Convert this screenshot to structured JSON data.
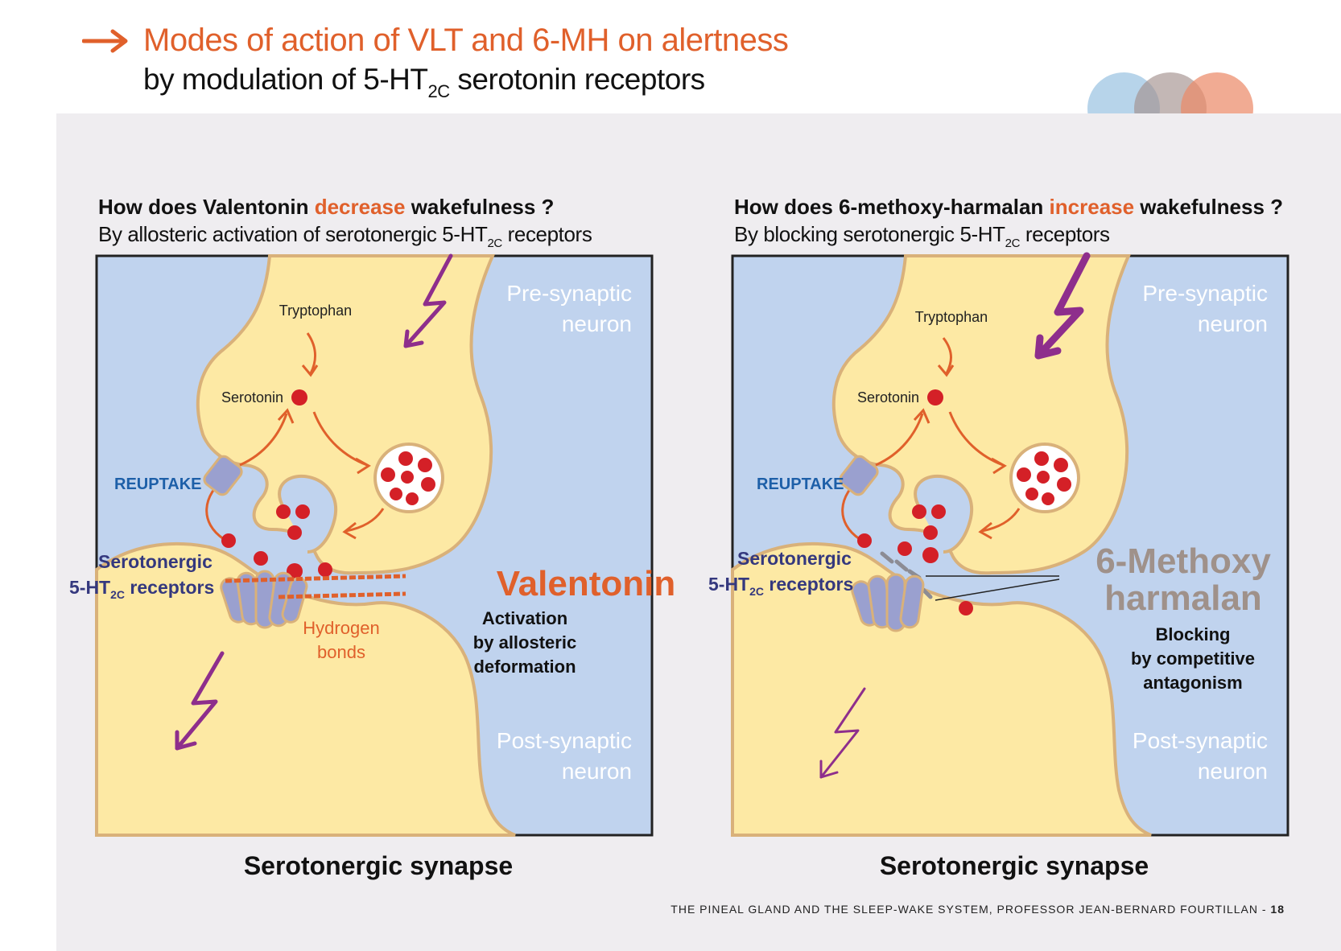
{
  "header": {
    "title_line1": "Modes of action of VLT and 6-MH on alertness",
    "title_line2_prefix": "by modulation of 5-HT",
    "title_line2_sub": "2C",
    "title_line2_suffix": " serotonin receptors"
  },
  "colors": {
    "accent_orange": "#e0602b",
    "membrane_blue": "#c0d3ee",
    "neuron_yellow": "#fde9a4",
    "receptor_purple": "#9aa0cf",
    "serotonin_red": "#d42027",
    "lightning_purple": "#8e2e8c",
    "label_blue": "#1d5fa8",
    "label_indigo": "#34387e",
    "taupe": "#9f918a"
  },
  "left": {
    "question_prefix": "How does Valentonin ",
    "question_highlight": "decrease",
    "question_suffix": " wakefulness ?",
    "sub_prefix": "By allosteric activation of serotonergic 5-HT",
    "sub_sub": "2C",
    "sub_suffix": " receptors",
    "pre_synaptic_line1": "Pre-synaptic",
    "pre_synaptic_line2": "neuron",
    "post_synaptic_line1": "Post-synaptic",
    "post_synaptic_line2": "neuron",
    "tryptophan": "Tryptophan",
    "serotonin": "Serotonin",
    "reuptake": "REUPTAKE",
    "receptors_line1": "Serotonergic",
    "receptors_line2_prefix": "5-HT",
    "receptors_line2_sub": "2C",
    "receptors_line2_suffix": " receptors",
    "drug_name": "Valentonin",
    "hydrogen_line1": "Hydrogen",
    "hydrogen_line2": "bonds",
    "mechanism_line1": "Activation",
    "mechanism_line2": "by allosteric",
    "mechanism_line3": "deformation",
    "caption": "Serotonergic synapse"
  },
  "right": {
    "question_prefix": "How does 6-methoxy-harmalan ",
    "question_highlight": "increase",
    "question_suffix": " wakefulness ?",
    "sub_prefix": "By blocking serotonergic 5-HT",
    "sub_sub": "2C",
    "sub_suffix": " receptors",
    "pre_synaptic_line1": "Pre-synaptic",
    "pre_synaptic_line2": "neuron",
    "post_synaptic_line1": "Post-synaptic",
    "post_synaptic_line2": "neuron",
    "tryptophan": "Tryptophan",
    "serotonin": "Serotonin",
    "reuptake": "REUPTAKE",
    "receptors_line1": "Serotonergic",
    "receptors_line2_prefix": "5-HT",
    "receptors_line2_sub": "2C",
    "receptors_line2_suffix": " receptors",
    "drug_line1": "6-Methoxy",
    "drug_line2": "harmalan",
    "mechanism_line1": "Blocking",
    "mechanism_line2": "by competitive",
    "mechanism_line3": "antagonism",
    "caption": "Serotonergic synapse"
  },
  "footer": {
    "text": "THE PINEAL GLAND AND THE SLEEP-WAKE SYSTEM, PROFESSOR JEAN-BERNARD FOURTILLAN - ",
    "page": "18"
  }
}
